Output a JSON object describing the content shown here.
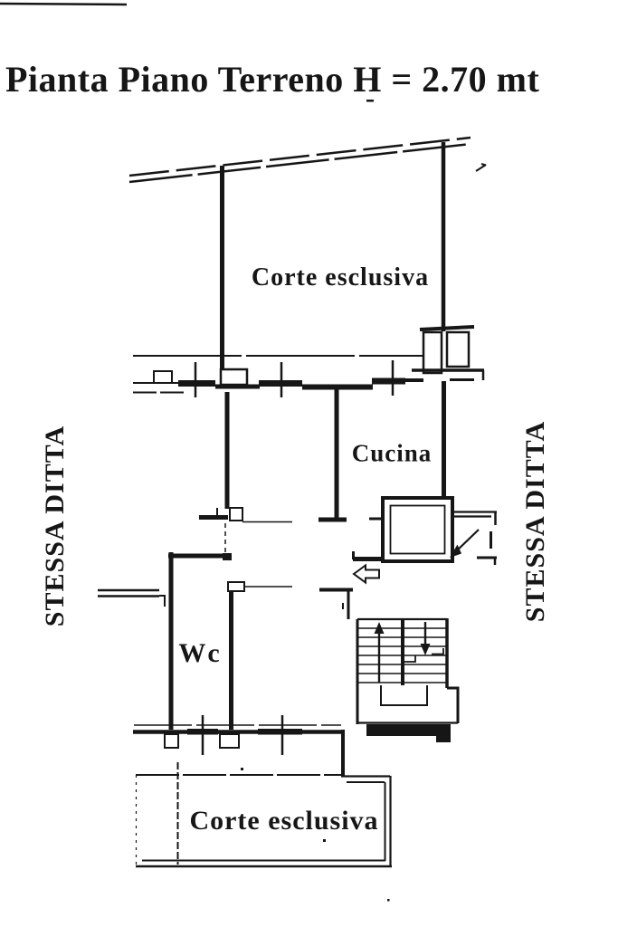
{
  "document": {
    "title": "Pianta Piano Terreno H = 2.70 mt"
  },
  "floor_plan": {
    "rooms": {
      "kitchen_label": "Cucina",
      "wc_label": "Wc"
    },
    "courtyards": {
      "top_label": "Corte esclusiva",
      "bottom_label": "Corte esclusiva"
    },
    "adjacent_property": {
      "left_label": "STESSA DITTA",
      "right_label": "STESSA DITTA"
    }
  },
  "colors": {
    "ink": "#161616",
    "paper": "#ffffff"
  }
}
